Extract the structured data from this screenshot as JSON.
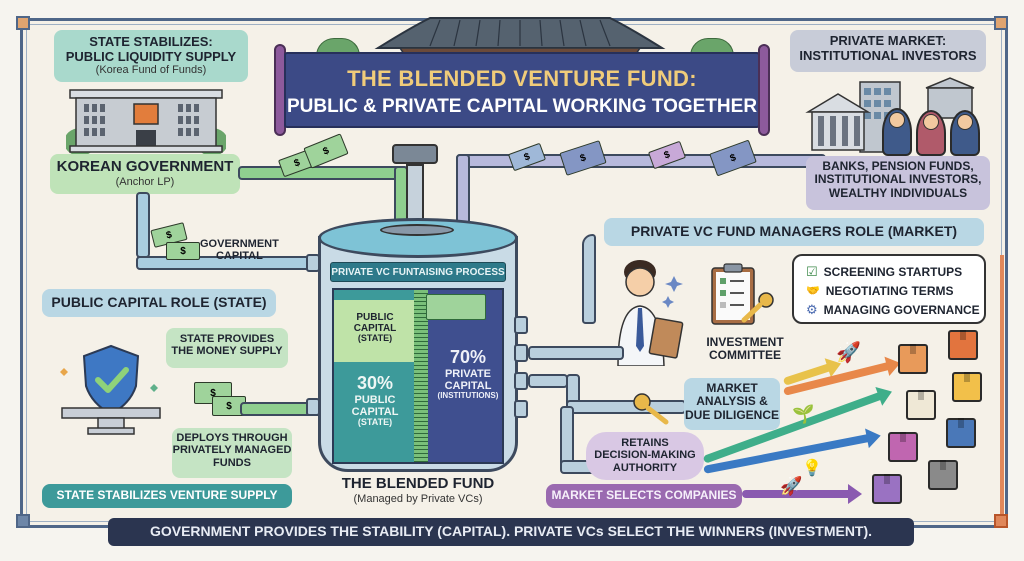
{
  "title": {
    "line1": "THE BLENDED VENTURE FUND:",
    "line2": "PUBLIC & PRIVATE CAPITAL WORKING TOGETHER"
  },
  "state_panel": {
    "header_line1": "STATE STABILIZES:",
    "header_line2": "PUBLIC LIQUIDITY SUPPLY",
    "header_sub": "(Korea Fund of Funds)",
    "government_label": "KOREAN GOVERNMENT",
    "government_sub": "(Anchor LP)",
    "government_capital_line1": "GOVERNMENT",
    "government_capital_line2": "CAPITAL"
  },
  "private_market_panel": {
    "header_line1": "PRIVATE MARKET:",
    "header_line2": "INSTITUTIONAL INVESTORS",
    "investors_line1": "BANKS, PENSION FUNDS,",
    "investors_line2": "INSTITUTIONAL INVESTORS,",
    "investors_line3": "WEALTHY INDIVIDUALS"
  },
  "public_role": {
    "header": "PUBLIC CAPITAL ROLE (STATE)",
    "bubble1_line1": "STATE PROVIDES",
    "bubble1_line2": "THE MONEY SUPPLY",
    "bubble2_line1": "DEPLOYS THROUGH",
    "bubble2_line2": "PRIVATELY MANAGED",
    "bubble2_line3": "FUNDS",
    "footer": "STATE STABILIZES VENTURE SUPPLY"
  },
  "fund": {
    "process_label": "PRIVATE VC FUNTAISING PROCESS",
    "public_top_line1": "PUBLIC",
    "public_top_line2": "CAPITAL",
    "public_top_line3": "(STATE)",
    "public_pct": "30%",
    "public_line1": "PUBLIC",
    "public_line2": "CAPITAL",
    "public_line3": "(STATE)",
    "private_pct": "70%",
    "private_line1": "PRIVATE",
    "private_line2": "CAPITAL",
    "private_line3": "(INSTITUTIONS)",
    "name": "THE BLENDED FUND",
    "name_sub": "(Managed by Private VCs)"
  },
  "vc_role": {
    "header": "PRIVATE VC FUND MANAGERS ROLE (MARKET)",
    "tasks": [
      {
        "icon": "checkbox-icon",
        "glyph": "☑",
        "label": "SCREENING STARTUPS"
      },
      {
        "icon": "handshake-icon",
        "glyph": "🤝",
        "label": "NEGOTIATING TERMS"
      },
      {
        "icon": "gear-icon",
        "glyph": "⚙",
        "label": "MANAGING GOVERNANCE"
      }
    ],
    "committee_line1": "INVESTMENT",
    "committee_line2": "COMMITTEE",
    "analysis_line1": "MARKET",
    "analysis_line2": "ANALYSIS &",
    "analysis_line3": "DUE DILIGENCE",
    "authority_line1": "RETAINS",
    "authority_line2": "DECISION-MAKING",
    "authority_line3": "AUTHORITY",
    "market_selects": "MARKET SELECTS COMPANIES"
  },
  "footer_banner": "GOVERNMENT PROVIDES THE STABILITY (CAPITAL). PRIVATE VCs SELECT THE WINNERS (INVESTMENT).",
  "colors": {
    "title_bg": "#3c4a86",
    "title_accent": "#f0cc7a",
    "public_green": "#8fcf8f",
    "private_purple": "#8e93c7",
    "public_teal": "#3d9a9a",
    "private_navy": "#3f4f8f",
    "footer_bg": "#2b3550",
    "frame_blue": "#4f6688",
    "frame_orange": "#e0875a"
  }
}
